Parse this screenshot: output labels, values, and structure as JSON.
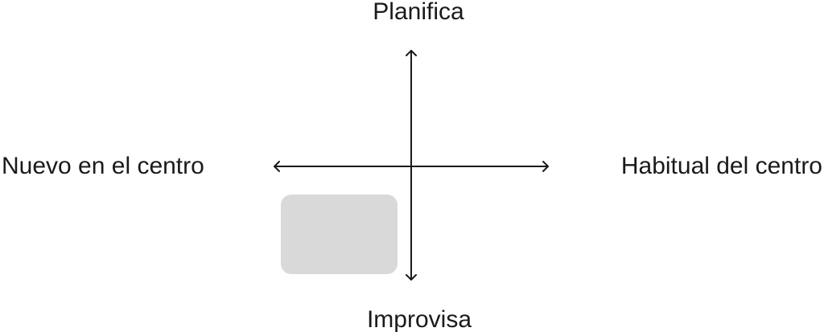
{
  "labels": {
    "top": "Planifica",
    "bottom": "Improvisa",
    "left": "Nuevo en el centro",
    "right": "Habitual del centro"
  },
  "colors": {
    "axis": "#1a1a1a",
    "placeholder": "#d9d9d9"
  }
}
